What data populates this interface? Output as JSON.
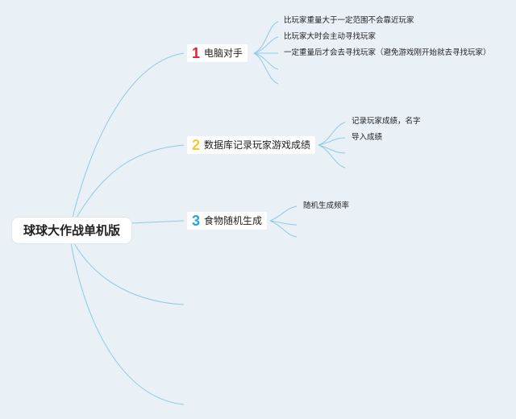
{
  "root": {
    "label": "球球大作战单机版"
  },
  "branches": [
    {
      "number": "1",
      "label": "电脑对手",
      "number_color": "#d7262e",
      "leaves": [
        "比玩家重量大于一定范围不会靠近玩家",
        "比玩家大时会主动寻找玩家",
        "一定重量后才会去寻找玩家（避免游戏刚开始就去寻找玩家）"
      ]
    },
    {
      "number": "2",
      "label": "数据库记录玩家游戏成绩",
      "number_color": "#f2cb32",
      "leaves": [
        "记录玩家成绩，名字",
        "导入成绩"
      ]
    },
    {
      "number": "3",
      "label": "食物随机生成",
      "number_color": "#2aa3d9",
      "leaves": [
        "随机生成频率"
      ]
    }
  ],
  "colors": {
    "background": "#e9f0f6",
    "connector": "#8ecbe6"
  }
}
